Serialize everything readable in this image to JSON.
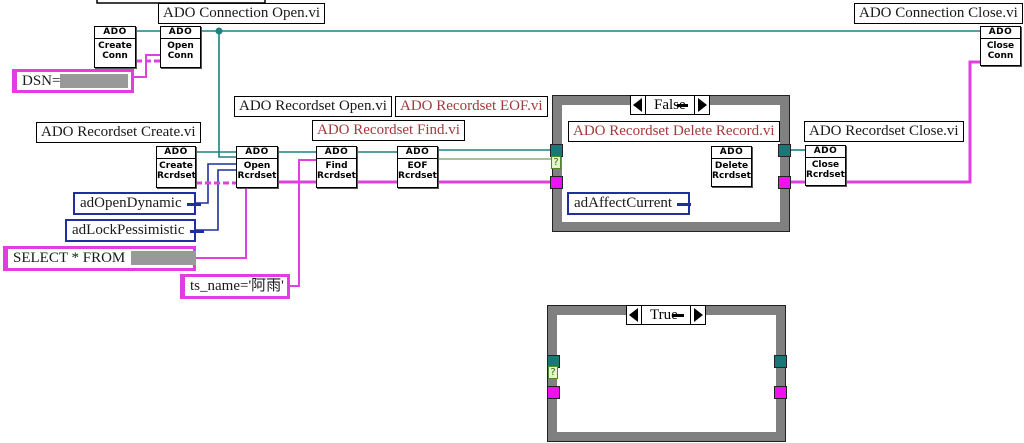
{
  "colors": {
    "refnum_wire": "#1e8080",
    "string_wire": "#e040e0",
    "enum_wire": "#1f2f9e",
    "boolean_wire": "#6aa05a",
    "case_frame": "#808080",
    "red_label": "#a33a3a"
  },
  "labels": {
    "connection_open": "ADO Connection Open.vi",
    "connection_close": "ADO Connection Close.vi",
    "recordset_create": "ADO Recordset Create.vi",
    "recordset_open": "ADO Recordset Open.vi",
    "recordset_eof": "ADO Recordset EOF.vi",
    "recordset_find": "ADO Recordset Find.vi",
    "recordset_delete": "ADO Recordset Delete Record.vi",
    "recordset_close": "ADO Recordset Close.vi"
  },
  "nodes": {
    "create_conn": {
      "header": "ADO",
      "line1": "Create",
      "line2": "Conn"
    },
    "open_conn": {
      "header": "ADO",
      "line1": "Open",
      "line2": "Conn"
    },
    "close_conn": {
      "header": "ADO",
      "line1": "Close",
      "line2": "Conn"
    },
    "create_rs": {
      "header": "ADO",
      "line1": "Create",
      "line2": "Rcrdset"
    },
    "open_rs": {
      "header": "ADO",
      "line1": "Open",
      "line2": "Rcrdset"
    },
    "find_rs": {
      "header": "ADO",
      "line1": "Find",
      "line2": "Rcrdset"
    },
    "eof_rs": {
      "header": "ADO",
      "line1": "EOF",
      "line2": "Rcrdset"
    },
    "delete_rs": {
      "header": "ADO",
      "line1": "Delete",
      "line2": "Rcrdset"
    },
    "close_rs": {
      "header": "ADO",
      "line1": "Close",
      "line2": "Rcrdset"
    }
  },
  "constants": {
    "dsn": "DSN=",
    "cursor_type": "adOpenDynamic",
    "lock_type": "adLockPessimistic",
    "sql": "SELECT * FROM",
    "find_criteria": "ts_name='阿雨'",
    "affect": "adAffectCurrent"
  },
  "cases": {
    "false_case": {
      "selector": "False",
      "terminal": "?"
    },
    "true_case": {
      "selector": "True",
      "terminal": "?"
    }
  }
}
